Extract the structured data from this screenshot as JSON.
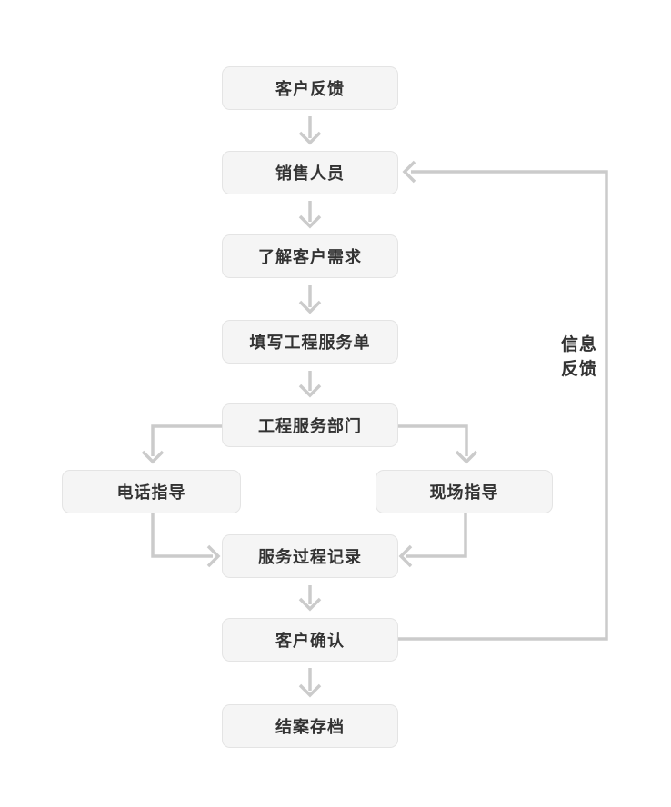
{
  "flowchart": {
    "title": "customer-service-process-flowchart",
    "nodes": [
      {
        "id": "customer-feedback",
        "label": "客户反馈"
      },
      {
        "id": "sales-staff",
        "label": "销售人员"
      },
      {
        "id": "understand-needs",
        "label": "了解客户需求"
      },
      {
        "id": "fill-service-form",
        "label": "填写工程服务单"
      },
      {
        "id": "engineering-dept",
        "label": "工程服务部门"
      },
      {
        "id": "phone-guidance",
        "label": "电话指导"
      },
      {
        "id": "onsite-guidance",
        "label": "现场指导"
      },
      {
        "id": "service-record",
        "label": "服务过程记录"
      },
      {
        "id": "customer-confirm",
        "label": "客户确认"
      },
      {
        "id": "close-archive",
        "label": "结案存档"
      }
    ],
    "feedback_edge_label": "信息\n反馈",
    "colors": {
      "node_background": "#f5f5f5",
      "node_border": "#e4e4e4",
      "node_text": "#333333",
      "connector": "#cbcbcb",
      "page_background": "#ffffff"
    }
  }
}
